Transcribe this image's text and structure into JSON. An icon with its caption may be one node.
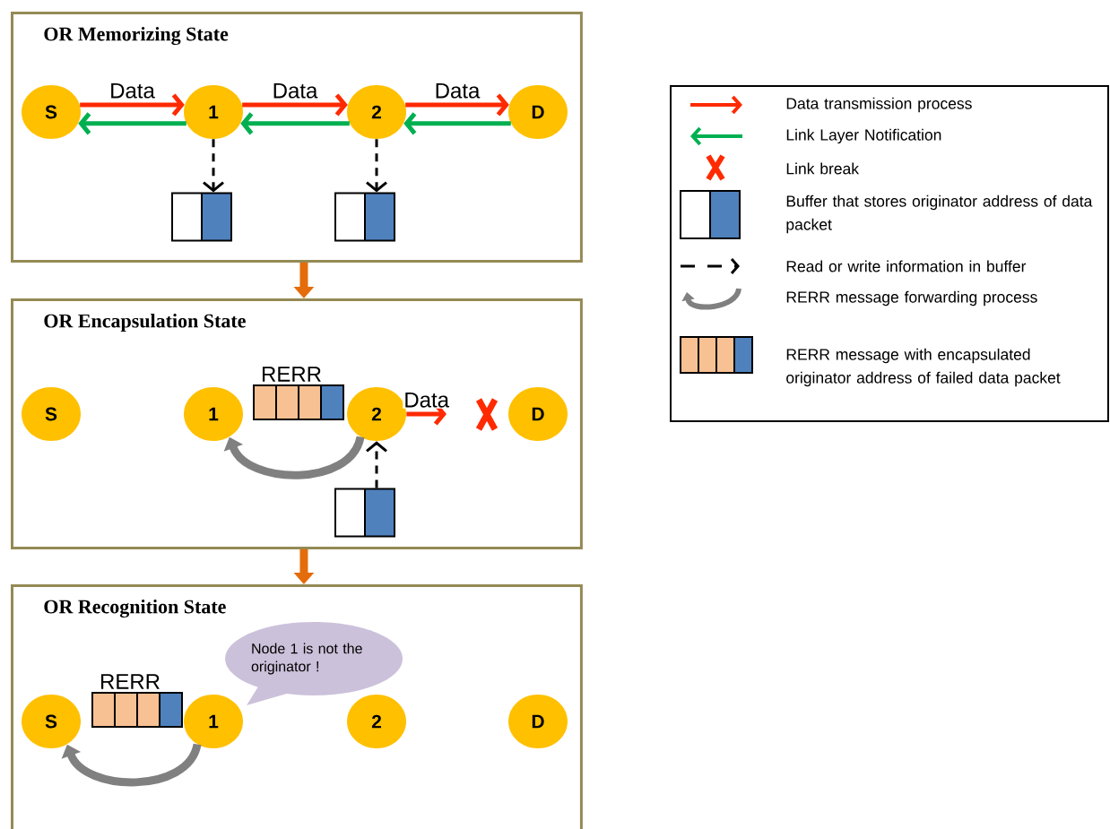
{
  "diagram": {
    "nodes": [
      {
        "text": [
          "OR Memorizing State"
        ]
      },
      {
        "text": [
          "S"
        ],
        "in": 0
      },
      {
        "text": [
          "1"
        ],
        "in": 0
      },
      {
        "text": [
          "2"
        ],
        "in": 0
      },
      {
        "text": [
          "D"
        ],
        "in": 0
      },
      {
        "text": [],
        "shape": "box",
        "in": 0
      },
      {
        "text": [],
        "shape": "box",
        "in": 0
      },
      {
        "text": [
          "OR Encapsulation State"
        ]
      },
      {
        "text": [
          "S"
        ],
        "in": 7
      },
      {
        "text": [
          "1"
        ],
        "in": 7
      },
      {
        "text": [
          "2"
        ],
        "in": 7
      },
      {
        "text": [
          "D"
        ],
        "in": 7
      },
      {
        "text": [
          "RERR"
        ],
        "in": 7
      },
      {
        "text": [],
        "shape": "box",
        "in": 7
      },
      {
        "text": [
          "OR Recognition State"
        ]
      },
      {
        "text": [
          "S"
        ],
        "in": 14
      },
      {
        "text": [
          "1"
        ],
        "in": 14
      },
      {
        "text": [
          "2"
        ],
        "in": 14
      },
      {
        "text": [
          "D"
        ],
        "in": 14
      },
      {
        "text": [
          "RERR"
        ],
        "in": 14
      },
      {
        "text": [
          "Node 1 is not the originator !"
        ],
        "in": 14
      }
    ],
    "edges": [
      {
        "from": 1,
        "to": 2,
        "arrow": "to",
        "label": "Data",
        "color": "#ff2a00"
      },
      {
        "from": 2,
        "to": 3,
        "arrow": "to",
        "label": "Data",
        "color": "#ff2a00"
      },
      {
        "from": 3,
        "to": 4,
        "arrow": "to",
        "label": "Data",
        "color": "#ff2a00"
      },
      {
        "from": 2,
        "to": 1,
        "arrow": "to",
        "color": "#00b050"
      },
      {
        "from": 3,
        "to": 2,
        "arrow": "to",
        "color": "#00b050"
      },
      {
        "from": 4,
        "to": 3,
        "arrow": "to",
        "color": "#00b050"
      },
      {
        "from": 2,
        "to": 5,
        "arrow": "to",
        "style": "dashed",
        "color": "#000000"
      },
      {
        "from": 3,
        "to": 6,
        "arrow": "to",
        "style": "dashed",
        "color": "#000000"
      },
      {
        "from": 0,
        "to": 7,
        "arrow": "to",
        "style": "thick",
        "color": "#e46c0a"
      },
      {
        "from": 10,
        "to": null,
        "arrow": "to",
        "label": "Data",
        "color": "#ff2a00"
      },
      {
        "from": 13,
        "to": 10,
        "arrow": "to",
        "style": "dashed",
        "color": "#000000"
      },
      {
        "from": 10,
        "to": 9,
        "arrow": "to",
        "style": "thick",
        "color": "#808080"
      },
      {
        "from": 7,
        "to": 14,
        "arrow": "to",
        "style": "thick",
        "color": "#e46c0a"
      },
      {
        "from": 16,
        "to": 15,
        "arrow": "to",
        "style": "thick",
        "color": "#808080"
      }
    ],
    "legend": [
      {
        "text": "Data transmission process"
      },
      {
        "text": "Link Layer Notification"
      },
      {
        "text": "Link break"
      },
      {
        "text": "Buffer that stores originator address of data packet"
      },
      {
        "text": "Read or write information in buffer"
      },
      {
        "text": "RERR message forwarding process"
      },
      {
        "text": "RERR message with encapsulated originator address of failed data packet"
      }
    ]
  }
}
